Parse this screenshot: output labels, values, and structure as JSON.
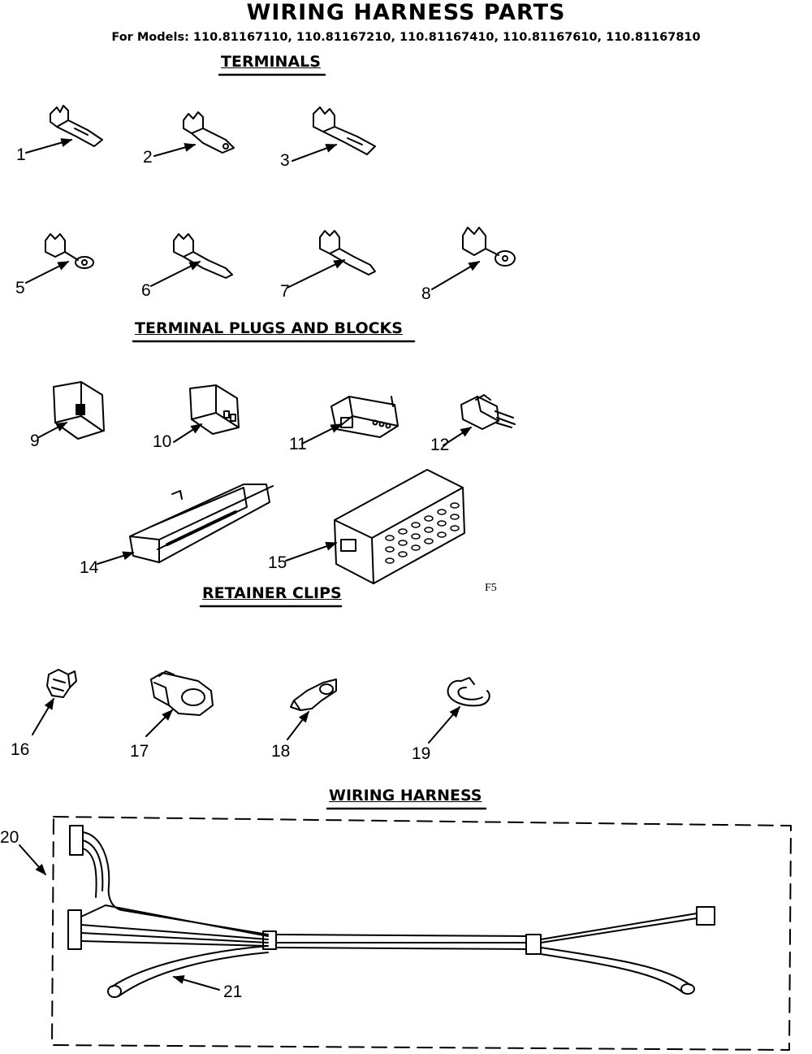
{
  "title": "WIRING HARNESS PARTS",
  "models_line": "For Models: 110.81167110, 110.81167210, 110.81167410, 110.81167610, 110.81167810",
  "sections": {
    "terminals": "TERMINALS",
    "plugs_blocks": "TERMINAL PLUGS AND BLOCKS",
    "retainer_clips": "RETAINER CLIPS",
    "wiring_harness": "WIRING HARNESS"
  },
  "callouts": {
    "c1": "1",
    "c2": "2",
    "c3": "3",
    "c5": "5",
    "c6": "6",
    "c7": "7",
    "c8": "8",
    "c9": "9",
    "c10": "10",
    "c11": "11",
    "c12": "12",
    "c14": "14",
    "c15": "15",
    "c16": "16",
    "c17": "17",
    "c18": "18",
    "c19": "19",
    "c20": "20",
    "c21": "21"
  },
  "figure_mark": "F5"
}
